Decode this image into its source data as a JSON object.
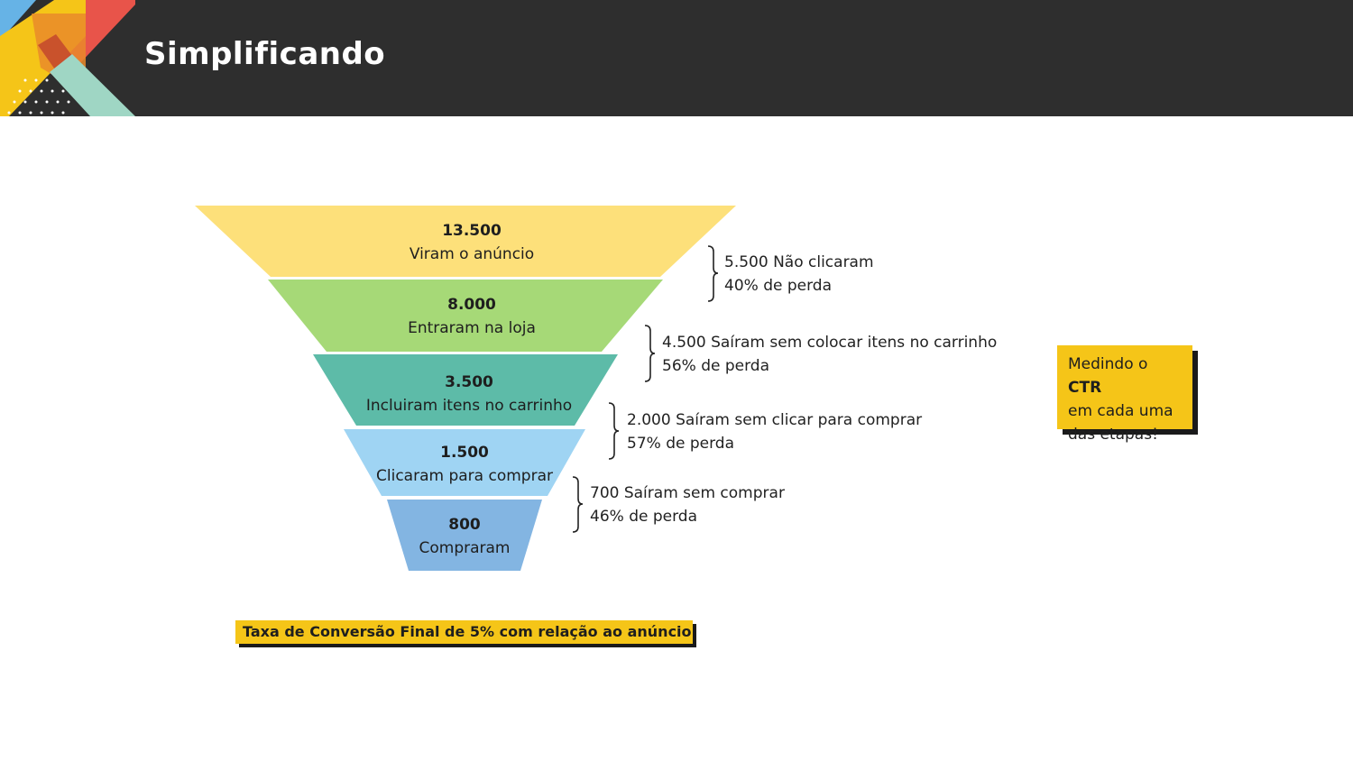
{
  "header": {
    "title": "Simplificando"
  },
  "funnel": {
    "stages": [
      {
        "value": "13.500",
        "label": "Viram o anúncio",
        "color": "#fde07a"
      },
      {
        "value": "8.000",
        "label": "Entraram na loja",
        "color": "#a6d977"
      },
      {
        "value": "3.500",
        "label": "Incluiram itens no carrinho",
        "color": "#5dbba8"
      },
      {
        "value": "1.500",
        "label": "Clicaram para comprar",
        "color": "#9fd4f3"
      },
      {
        "value": "800",
        "label": "Compraram",
        "color": "#83b5e2"
      }
    ],
    "losses": [
      {
        "line1": "5.500 Não clicaram",
        "line2": "40% de perda"
      },
      {
        "line1": "4.500 Saíram sem colocar itens no carrinho",
        "line2": "56% de perda"
      },
      {
        "line1": "2.000 Saíram sem clicar para comprar",
        "line2": "57% de perda"
      },
      {
        "line1": "700 Saíram sem comprar",
        "line2": "46% de perda"
      }
    ]
  },
  "note": {
    "prefix": "Medindo o ",
    "bold": "CTR",
    "line2": "em cada uma",
    "line3": "das etapas!"
  },
  "conversion": {
    "text": "Taxa de Conversão Final de 5% com relação ao anúncio"
  },
  "colors": {
    "accent": "#f5c518",
    "header_bg": "#2e2e2e"
  }
}
